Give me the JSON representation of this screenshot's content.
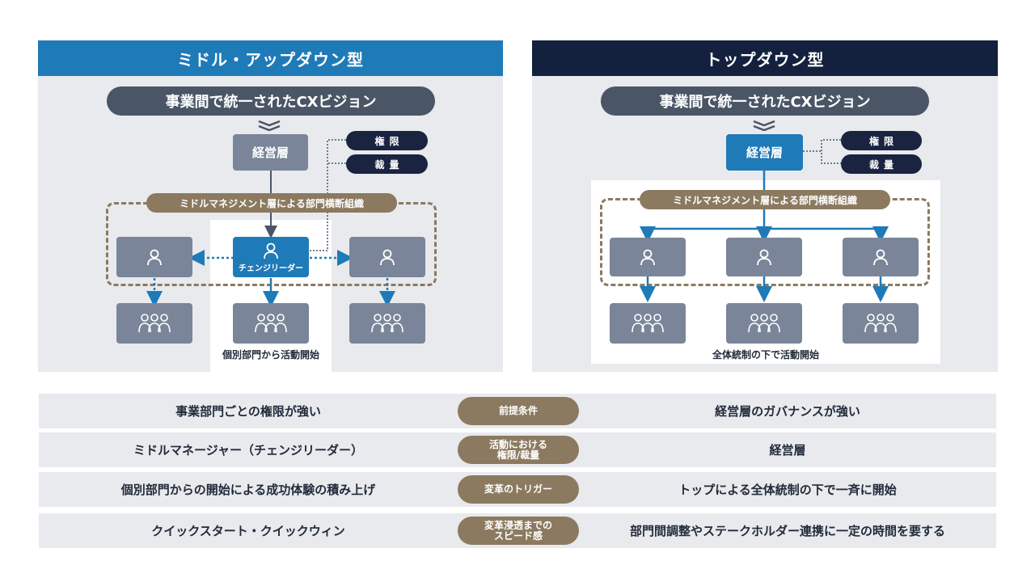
{
  "left_panel": {
    "header": "ミドル・アップダウン型",
    "header_color": "#1f7ab8",
    "vision": "事業間で統一されたCXビジョン",
    "exec": "経営層",
    "tag_authority": "権限",
    "tag_discretion": "裁量",
    "mm_label": "ミドルマネジメント層による部門横断組織",
    "leader_label": "チェンジリーダー",
    "caption": "個別部門から活動開始"
  },
  "right_panel": {
    "header": "トップダウン型",
    "header_color": "#13213f",
    "vision": "事業間で統一されたCXビジョン",
    "exec": "経営層",
    "tag_authority": "権限",
    "tag_discretion": "裁量",
    "mm_label": "ミドルマネジメント層による部門横断組織",
    "caption": "全体統制の下で活動開始"
  },
  "comparison": [
    {
      "left": "事業部門ごとの権限が強い",
      "label": "前提条件",
      "right": "経営層のガバナンスが強い"
    },
    {
      "left": "ミドルマネージャー（チェンジリーダー）",
      "label": "活動における\n権限/裁量",
      "right": "経営層"
    },
    {
      "left": "個別部門からの開始による成功体験の積み上げ",
      "label": "変革のトリガー",
      "right": "トップによる全体統制の下で一斉に開始"
    },
    {
      "left": "クイックスタート・クイックウィン",
      "label": "変革浸透までの\nスピード感",
      "right": "部門間調整やステークホルダー連携に一定の時間を要する"
    }
  ],
  "colors": {
    "blue": "#1f7ab8",
    "navy": "#13213f",
    "gray_box": "#7a8599",
    "vision_pill": "#4a5566",
    "brown": "#8b7a60",
    "panel_bg": "#e8eaee"
  }
}
